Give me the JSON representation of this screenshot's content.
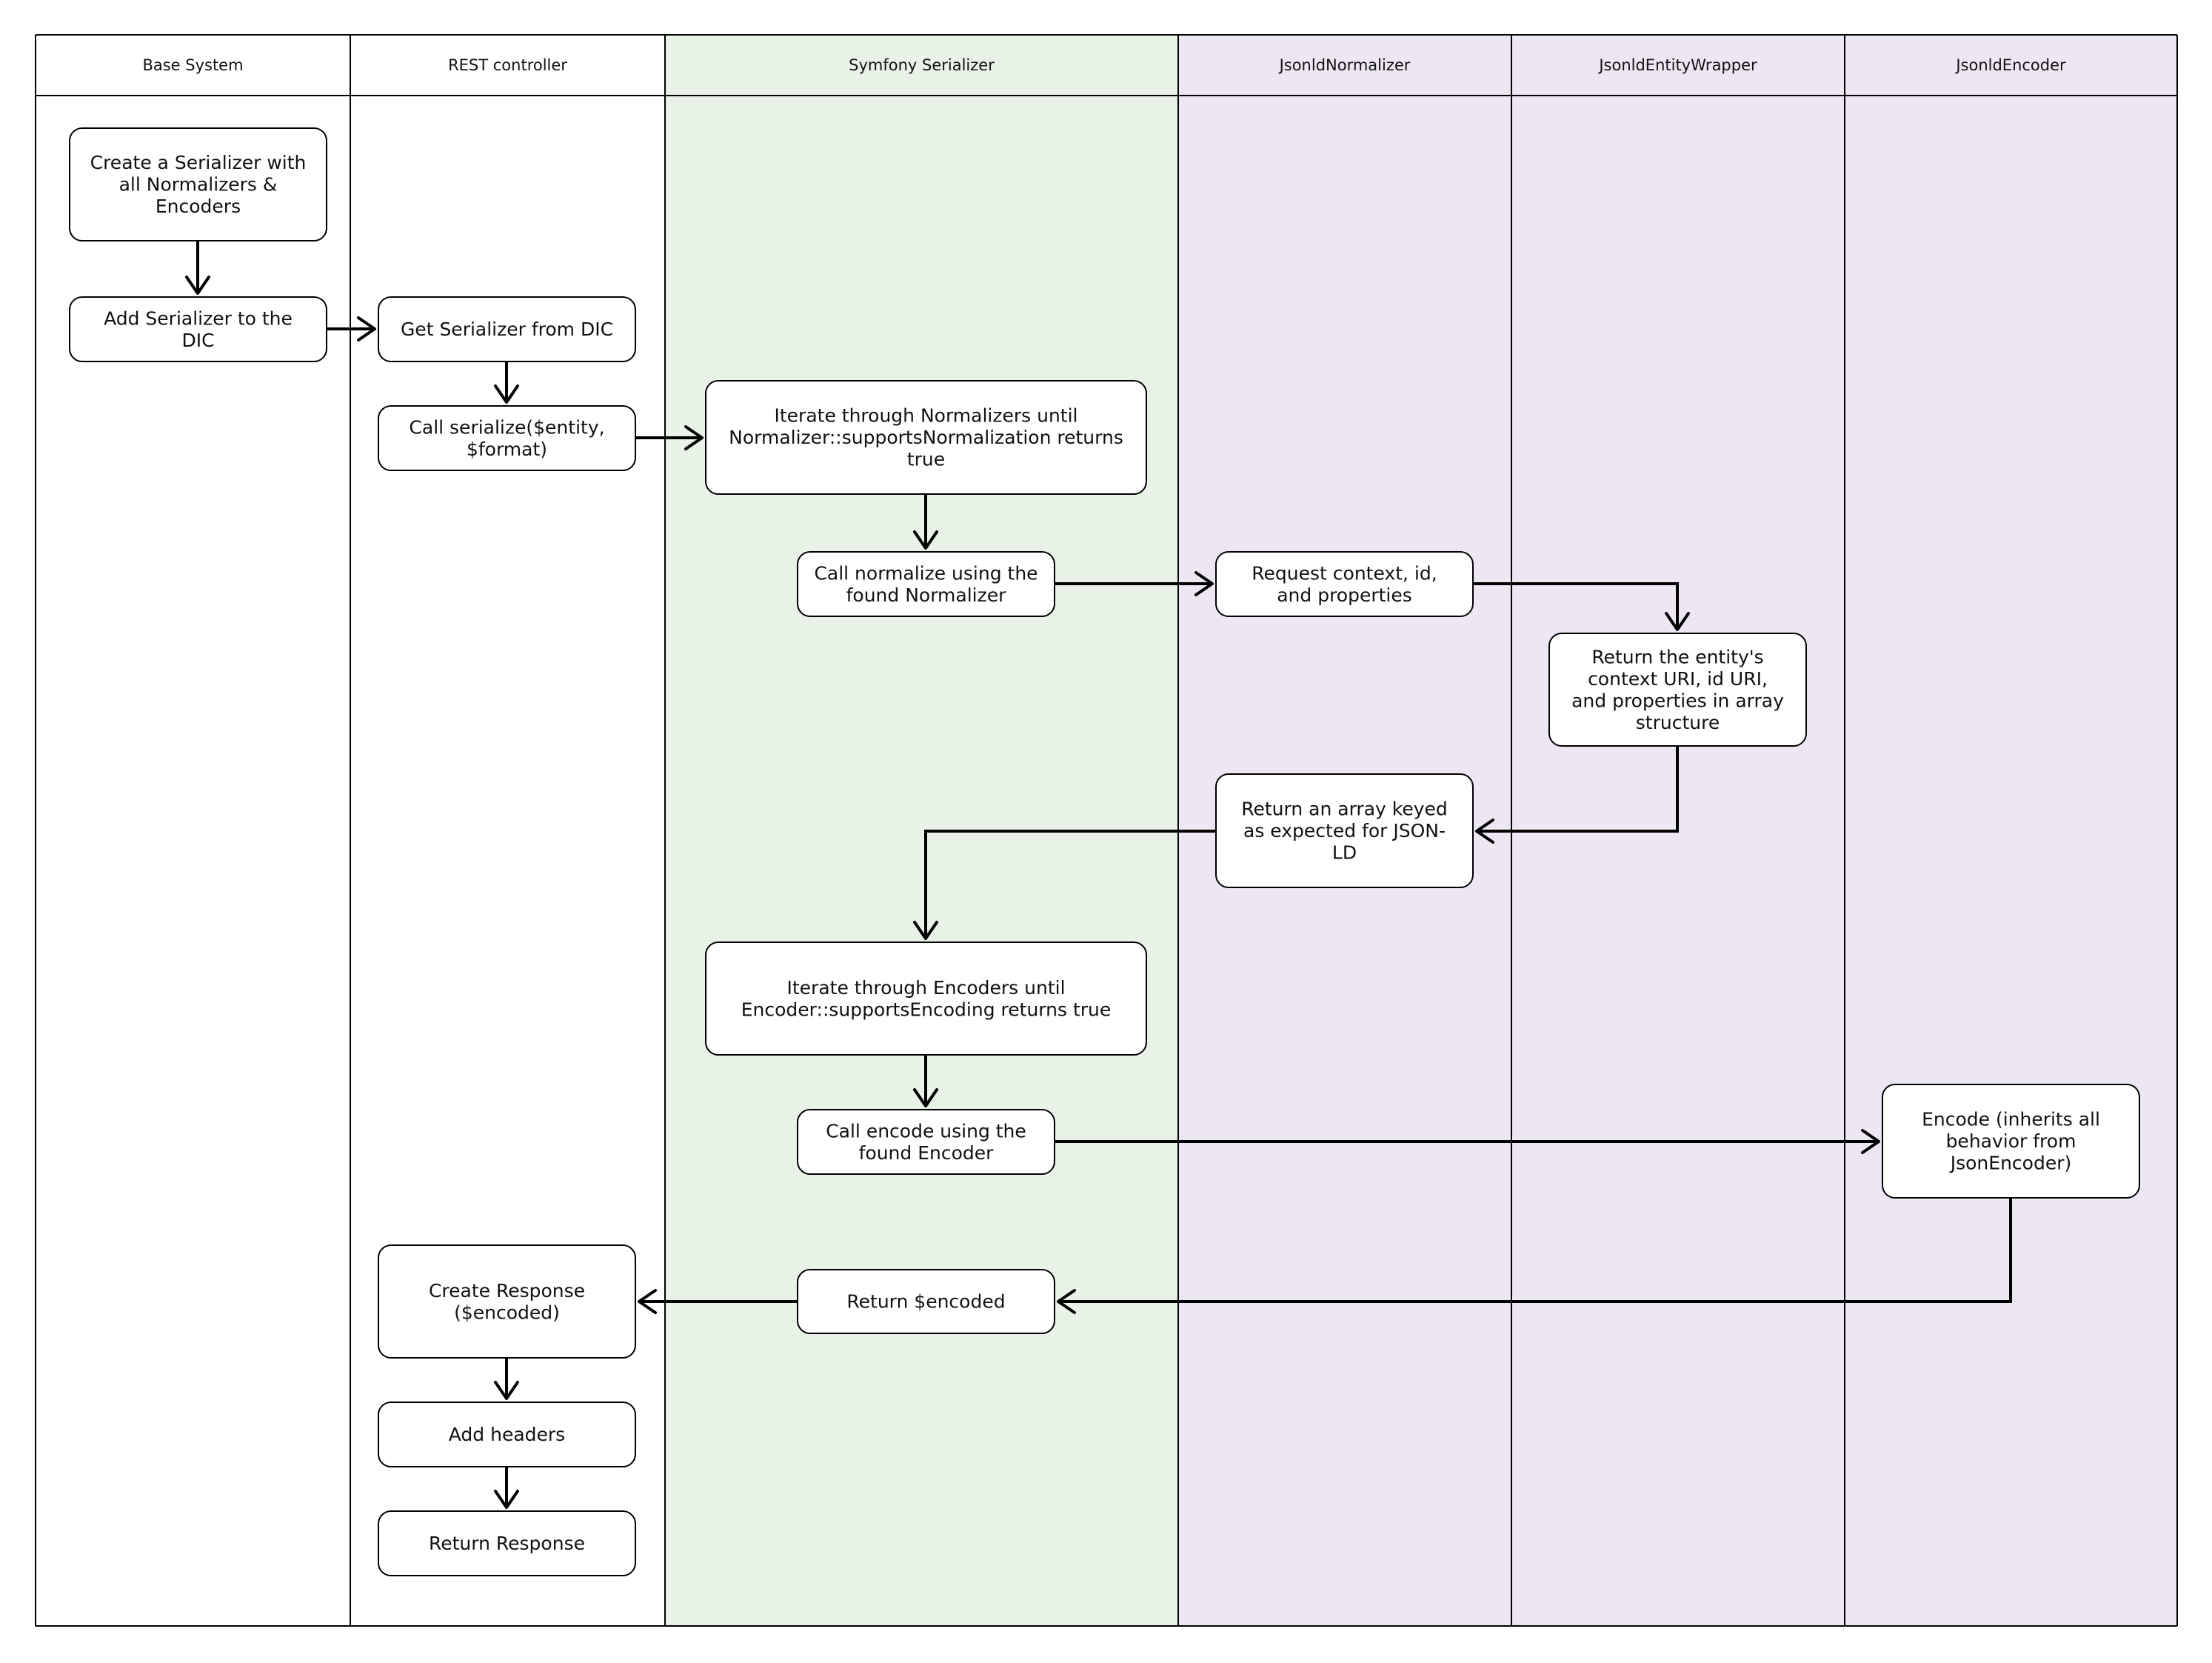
{
  "colors": {
    "serializer_lane": "#e8f2e6",
    "jsonld_lane": "#ede6f3",
    "plain_lane": "#ffffff",
    "stroke": "#000000"
  },
  "lanes": [
    {
      "id": "base",
      "label": "Base System",
      "fill": "plain_lane"
    },
    {
      "id": "rest",
      "label": "REST controller",
      "fill": "plain_lane"
    },
    {
      "id": "symfony",
      "label": "Symfony Serializer",
      "fill": "serializer_lane"
    },
    {
      "id": "normalizer",
      "label": "JsonldNormalizer",
      "fill": "jsonld_lane"
    },
    {
      "id": "wrapper",
      "label": "JsonldEntityWrapper",
      "fill": "jsonld_lane"
    },
    {
      "id": "encoder",
      "label": "JsonldEncoder",
      "fill": "jsonld_lane"
    }
  ],
  "nodes": [
    {
      "id": "create-serializer",
      "lane": "base",
      "lines": [
        "Create a Serializer with",
        "all Normalizers &",
        "Encoders"
      ]
    },
    {
      "id": "add-serializer",
      "lane": "base",
      "lines": [
        "Add Serializer to the",
        "DIC"
      ]
    },
    {
      "id": "get-serializer",
      "lane": "rest",
      "lines": [
        "Get Serializer from DIC"
      ]
    },
    {
      "id": "call-serialize",
      "lane": "rest",
      "lines": [
        "Call serialize($entity,",
        "$format)"
      ]
    },
    {
      "id": "iterate-normalizers",
      "lane": "symfony",
      "lines": [
        "Iterate through Normalizers until",
        "Normalizer::supportsNormalization returns",
        "true"
      ]
    },
    {
      "id": "call-normalize",
      "lane": "symfony",
      "lines": [
        "Call normalize using the",
        "found Normalizer"
      ]
    },
    {
      "id": "request-context",
      "lane": "normalizer",
      "lines": [
        "Request context, id,",
        "and properties"
      ]
    },
    {
      "id": "return-entity",
      "lane": "wrapper",
      "lines": [
        "Return the entity's",
        "context URI, id URI,",
        "and properties in array",
        "structure"
      ]
    },
    {
      "id": "return-array",
      "lane": "normalizer",
      "lines": [
        "Return an array keyed",
        "as expected for JSON-",
        "LD"
      ]
    },
    {
      "id": "iterate-encoders",
      "lane": "symfony",
      "lines": [
        "Iterate through Encoders until",
        "Encoder::supportsEncoding returns true"
      ]
    },
    {
      "id": "call-encode",
      "lane": "symfony",
      "lines": [
        "Call encode using the",
        "found Encoder"
      ]
    },
    {
      "id": "encode",
      "lane": "encoder",
      "lines": [
        "Encode (inherits all",
        "behavior from",
        "JsonEncoder)"
      ]
    },
    {
      "id": "return-encoded",
      "lane": "symfony",
      "lines": [
        "Return $encoded"
      ]
    },
    {
      "id": "create-response",
      "lane": "rest",
      "lines": [
        "Create Response",
        "($encoded)"
      ]
    },
    {
      "id": "add-headers",
      "lane": "rest",
      "lines": [
        "Add headers"
      ]
    },
    {
      "id": "return-response",
      "lane": "rest",
      "lines": [
        "Return Response"
      ]
    }
  ],
  "edges": [
    {
      "from": "create-serializer",
      "to": "add-serializer"
    },
    {
      "from": "add-serializer",
      "to": "get-serializer"
    },
    {
      "from": "get-serializer",
      "to": "call-serialize"
    },
    {
      "from": "call-serialize",
      "to": "iterate-normalizers"
    },
    {
      "from": "iterate-normalizers",
      "to": "call-normalize"
    },
    {
      "from": "call-normalize",
      "to": "request-context"
    },
    {
      "from": "request-context",
      "to": "return-entity"
    },
    {
      "from": "return-entity",
      "to": "return-array"
    },
    {
      "from": "return-array",
      "to": "iterate-encoders"
    },
    {
      "from": "iterate-encoders",
      "to": "call-encode"
    },
    {
      "from": "call-encode",
      "to": "encode"
    },
    {
      "from": "encode",
      "to": "return-encoded"
    },
    {
      "from": "return-encoded",
      "to": "create-response"
    },
    {
      "from": "create-response",
      "to": "add-headers"
    },
    {
      "from": "add-headers",
      "to": "return-response"
    }
  ]
}
